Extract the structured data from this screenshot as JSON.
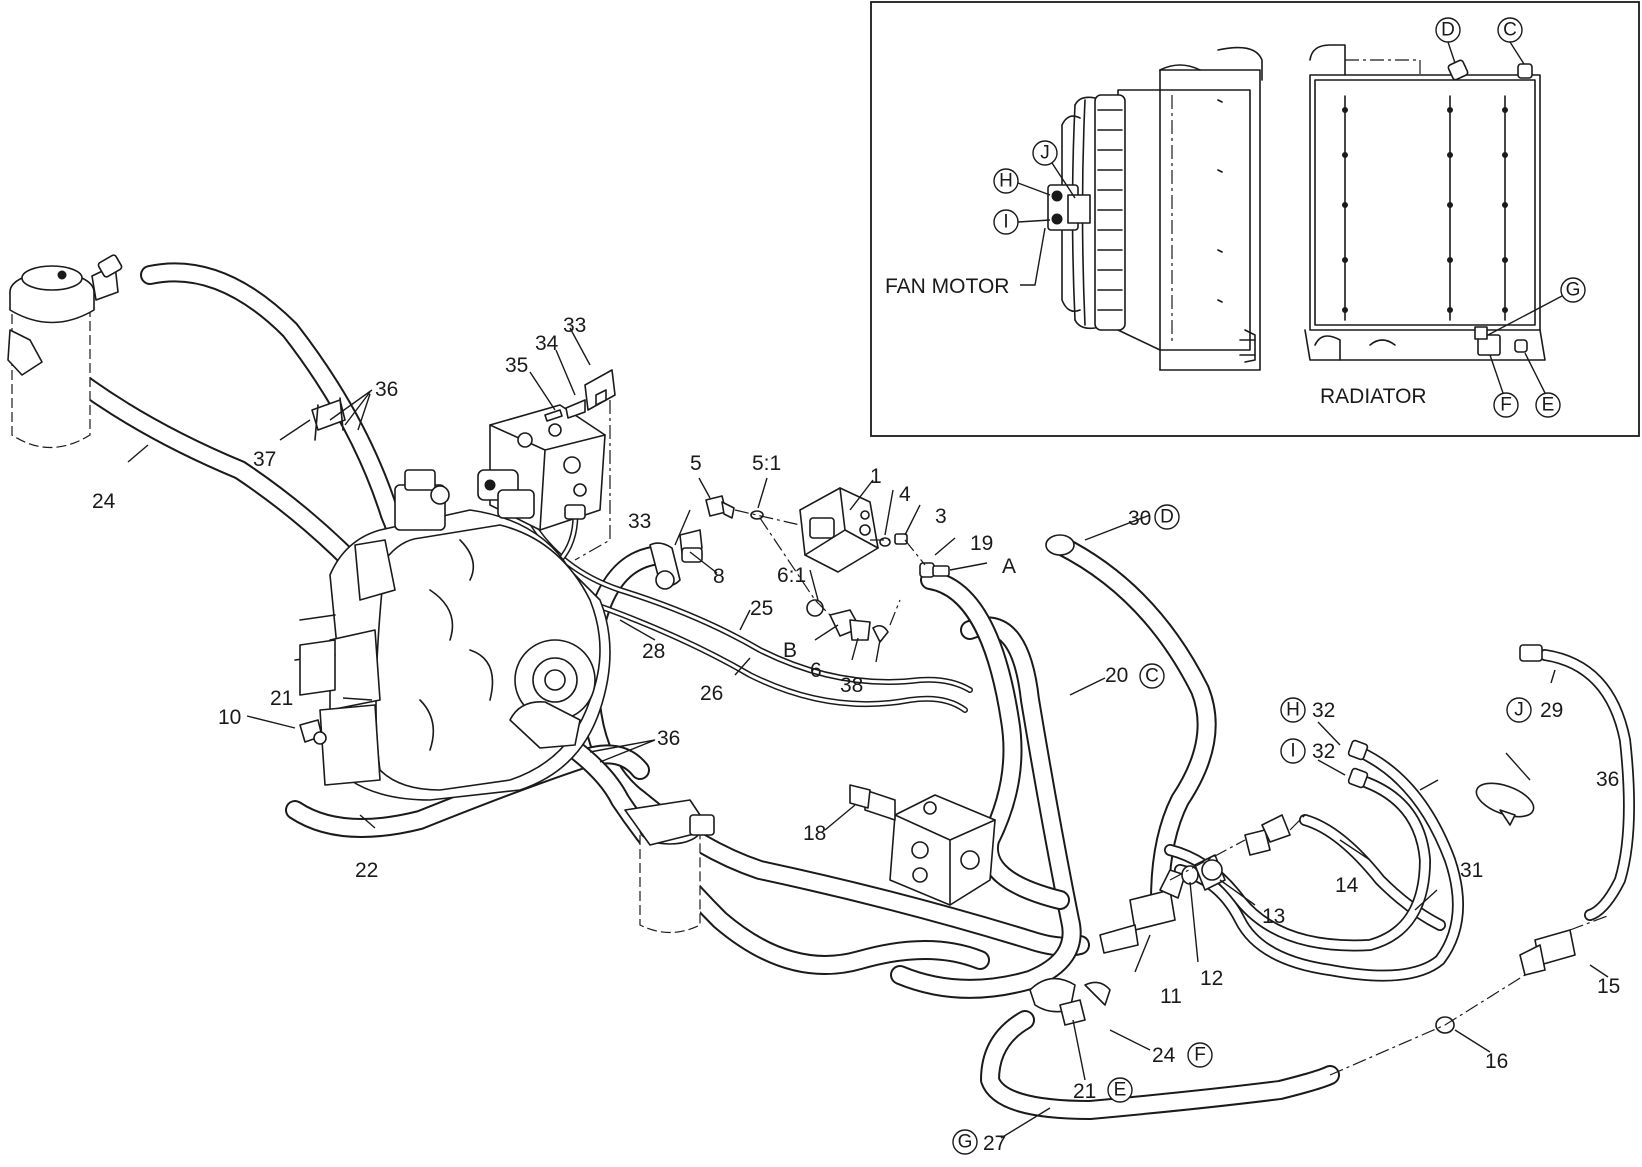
{
  "inset": {
    "fan_motor_label": "FAN MOTOR",
    "radiator_label": "RADIATOR",
    "port_letters": [
      "D",
      "C",
      "J",
      "H",
      "I",
      "G",
      "F",
      "E"
    ]
  },
  "callouts": {
    "c1": "1",
    "c3": "3",
    "c4": "4",
    "c5": "5",
    "c5_1": "5:1",
    "c6": "6",
    "c6_1": "6:1",
    "c8": "8",
    "c10": "10",
    "c11": "11",
    "c12": "12",
    "c13": "13",
    "c14": "14",
    "c15": "15",
    "c16": "16",
    "c18": "18",
    "c19": "19",
    "c20": "20",
    "c21a": "21",
    "c21b": "21",
    "c22": "22",
    "c24a": "24",
    "c24b": "24",
    "c25": "25",
    "c26": "26",
    "c27": "27",
    "c28": "28",
    "c29": "29",
    "c30": "30",
    "c31": "31",
    "c32a": "32",
    "c32b": "32",
    "c33a": "33",
    "c33b": "33",
    "c34": "34",
    "c35": "35",
    "c36a": "36",
    "c36b": "36",
    "c36c": "36",
    "c37": "37",
    "c38": "38",
    "port_a": "A",
    "port_b": "B"
  },
  "port_refs": {
    "d": "D",
    "c": "C",
    "h": "H",
    "i": "I",
    "j": "J",
    "f": "F",
    "e": "E",
    "g": "G"
  }
}
